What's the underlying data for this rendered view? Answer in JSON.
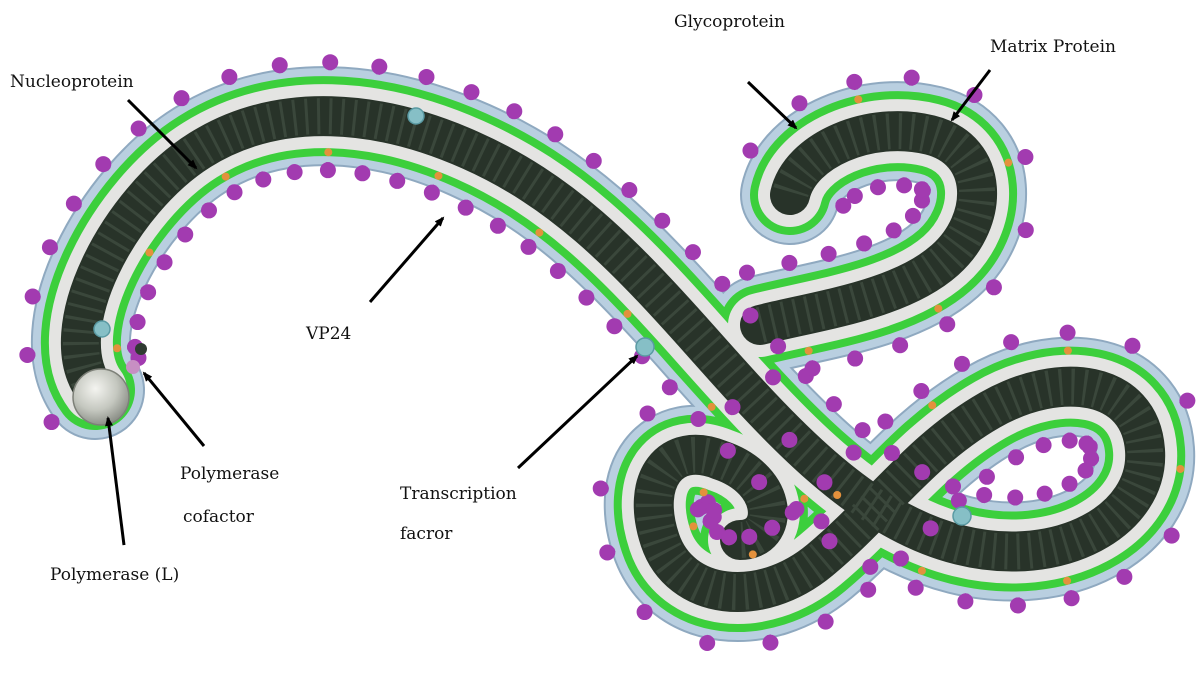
{
  "labels": {
    "nucleoprotein": "Nucleoprotein",
    "glycoprotein": "Glycoprotein",
    "matrix_protein": "Matrix Protein",
    "vp24": "VP24",
    "polymerase_cofactor_line1": "Polymerase",
    "polymerase_cofactor_line2": "cofactor",
    "transcription_factor_line1": "Transcription",
    "transcription_factor_line2": "facror",
    "polymerase_l": "Polymerase (L)"
  },
  "colors": {
    "membrane": "#b9cfe0",
    "membrane_outline": "#8fa9c0",
    "interior": "#e4e4e2",
    "matrix": "#3ccf3c",
    "nucleocapsid": "#283329",
    "glycoprotein": "#a23bb0",
    "vp24": "#e3913c",
    "transcription_factor": "#86bfc6",
    "polymerase": "#c9ccc4",
    "arrow": "#000000"
  }
}
